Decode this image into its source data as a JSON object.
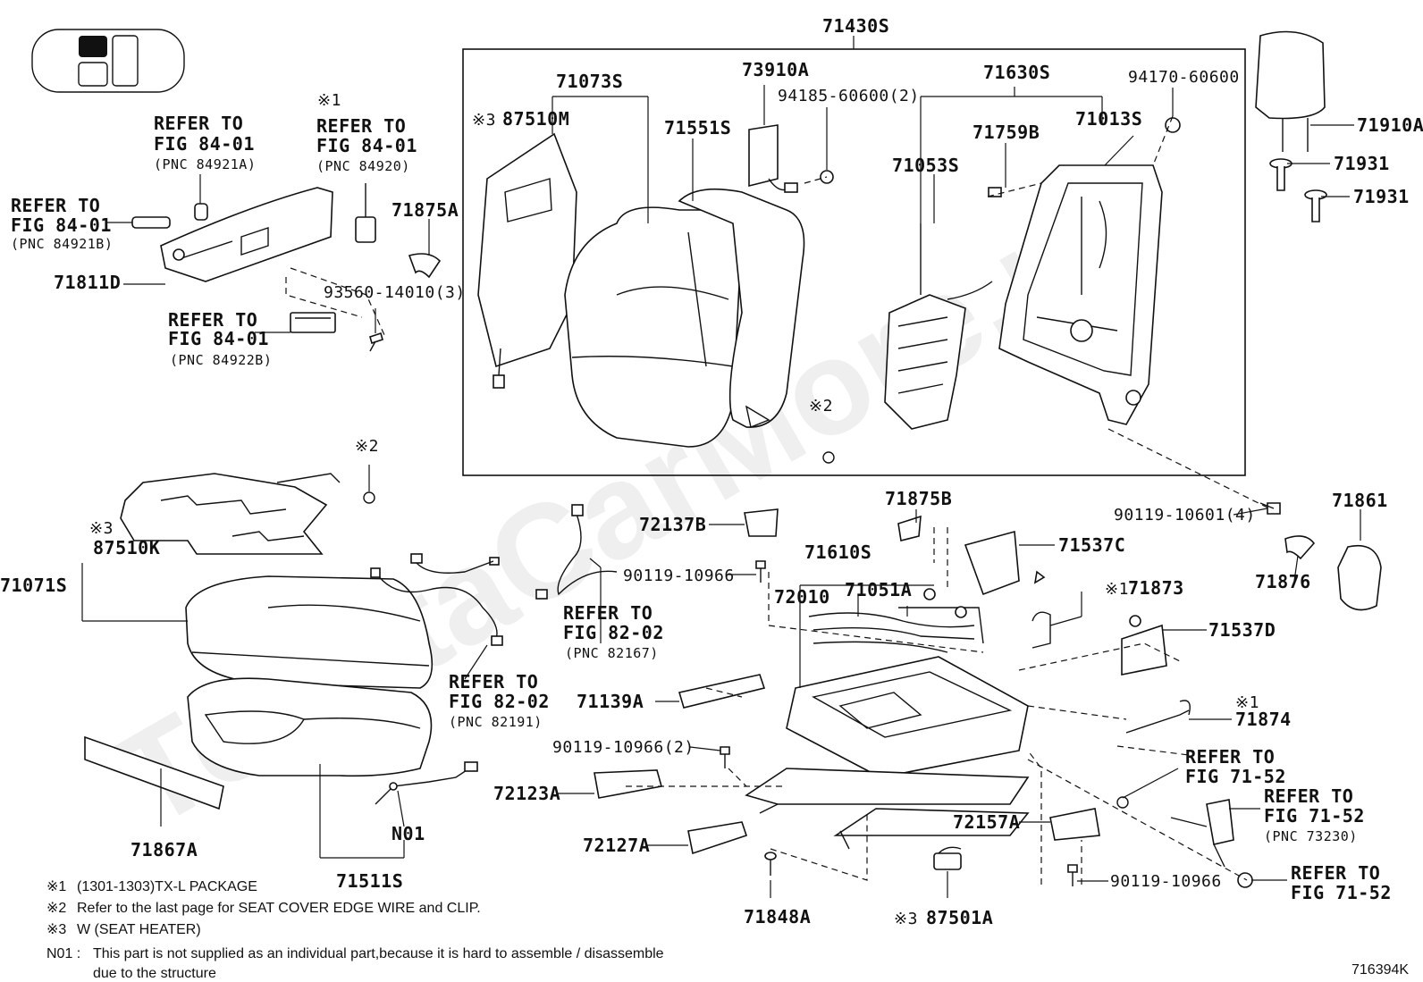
{
  "watermark": "ToyotaCarMore.ru",
  "figure_code": "716394K",
  "legend_icon": "seat-position-indicator-icon",
  "assembly_labels": {
    "seatback_assy": "71430S",
    "seatback_cover": "71073S",
    "seatback_pad": "71551S",
    "seatback_frame": "71630S",
    "seat_cushion": "71071S",
    "cushion_pad": "71511S",
    "cushion_frame": "71610S"
  },
  "callouts": [
    {
      "id": "c71811D",
      "text": "71811D"
    },
    {
      "id": "c71875A",
      "text": "71875A"
    },
    {
      "id": "c93560",
      "text": "93560-14010(3)"
    },
    {
      "id": "c87510M",
      "text": "87510M"
    },
    {
      "id": "c73910A",
      "text": "73910A"
    },
    {
      "id": "c94185",
      "text": "94185-60600(2)"
    },
    {
      "id": "c71053S",
      "text": "71053S"
    },
    {
      "id": "c71759B",
      "text": "71759B"
    },
    {
      "id": "c71013S",
      "text": "71013S"
    },
    {
      "id": "c94170",
      "text": "94170-60600"
    },
    {
      "id": "c71910A",
      "text": "71910A"
    },
    {
      "id": "c71931a",
      "text": "71931"
    },
    {
      "id": "c71931b",
      "text": "71931"
    },
    {
      "id": "c87510K",
      "text": "87510K"
    },
    {
      "id": "c72137B",
      "text": "72137B"
    },
    {
      "id": "c71875B",
      "text": "71875B"
    },
    {
      "id": "c71537C",
      "text": "71537C"
    },
    {
      "id": "c90119_4",
      "text": "90119-10601(4)"
    },
    {
      "id": "c71861",
      "text": "71861"
    },
    {
      "id": "c71876",
      "text": "71876"
    },
    {
      "id": "c90119_a",
      "text": "90119-10966"
    },
    {
      "id": "c72010",
      "text": "72010"
    },
    {
      "id": "c71051A",
      "text": "71051A"
    },
    {
      "id": "c71873",
      "text": "71873"
    },
    {
      "id": "c71537D",
      "text": "71537D"
    },
    {
      "id": "c71139A",
      "text": "71139A"
    },
    {
      "id": "c71874",
      "text": "71874"
    },
    {
      "id": "c90119_2",
      "text": "90119-10966(2)"
    },
    {
      "id": "c72123A",
      "text": "72123A"
    },
    {
      "id": "c72127A",
      "text": "72127A"
    },
    {
      "id": "c71867A",
      "text": "71867A"
    },
    {
      "id": "cN01",
      "text": "N01"
    },
    {
      "id": "c71848A",
      "text": "71848A"
    },
    {
      "id": "c87501A",
      "text": "87501A"
    },
    {
      "id": "c72157A",
      "text": "72157A"
    },
    {
      "id": "c90119_b",
      "text": "90119-10966"
    }
  ],
  "marks": {
    "m1": "※1",
    "m2": "※2",
    "m3": "※3"
  },
  "refs": {
    "r84921A": {
      "l1": "REFER TO",
      "l2": "FIG 84-01",
      "l3": "(PNC 84921A)"
    },
    "r84920": {
      "l1": "REFER TO",
      "l2": "FIG 84-01",
      "l3": "(PNC 84920)"
    },
    "r84921B": {
      "l1": "REFER TO",
      "l2": "FIG 84-01",
      "l3": "(PNC 84921B)"
    },
    "r84922B": {
      "l1": "REFER TO",
      "l2": "FIG 84-01",
      "l3": "(PNC 84922B)"
    },
    "r82167": {
      "l1": "REFER TO",
      "l2": "FIG 82-02",
      "l3": "(PNC 82167)"
    },
    "r82191": {
      "l1": "REFER TO",
      "l2": "FIG 82-02",
      "l3": "(PNC 82191)"
    },
    "r7152a": {
      "l1": "REFER TO",
      "l2": "FIG 71-52"
    },
    "r73230": {
      "l1": "REFER TO",
      "l2": "FIG 71-52",
      "l3": "(PNC 73230)"
    },
    "r7152b": {
      "l1": "REFER TO",
      "l2": "FIG 71-52"
    }
  },
  "notes": [
    {
      "mark": "※1",
      "text": "(1301-1303)TX-L PACKAGE"
    },
    {
      "mark": "※2",
      "text": "Refer to the last page for SEAT COVER EDGE WIRE and CLIP."
    },
    {
      "mark": "※3",
      "text": "W (SEAT HEATER)"
    },
    {
      "mark": "N01 :",
      "text": "This part is not supplied as an individual part,because it is hard to assemble / disassemble"
    },
    {
      "mark": "",
      "text": "due to the structure"
    }
  ]
}
